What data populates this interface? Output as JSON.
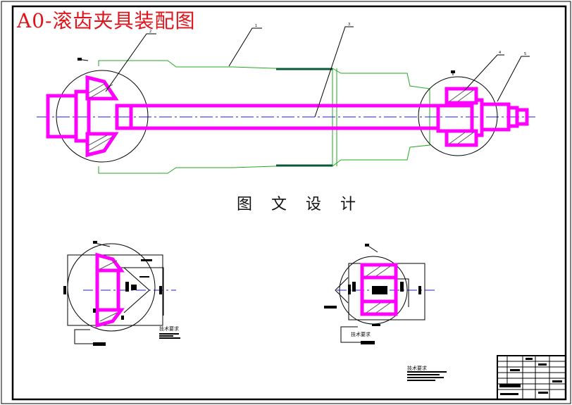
{
  "drawing": {
    "title": "A0-滚齿夹具装配图",
    "watermark": "图 文 设 计",
    "tech_notes": [
      "技术要求",
      "技术要求",
      "技术要求"
    ],
    "balloons": [
      "1",
      "2",
      "3",
      "4",
      "5"
    ],
    "colors": {
      "border": "#000000",
      "part": "#ff00ff",
      "workpiece": "#22aa22",
      "centerline": "#1a1aff",
      "title": "#e0141b"
    }
  }
}
